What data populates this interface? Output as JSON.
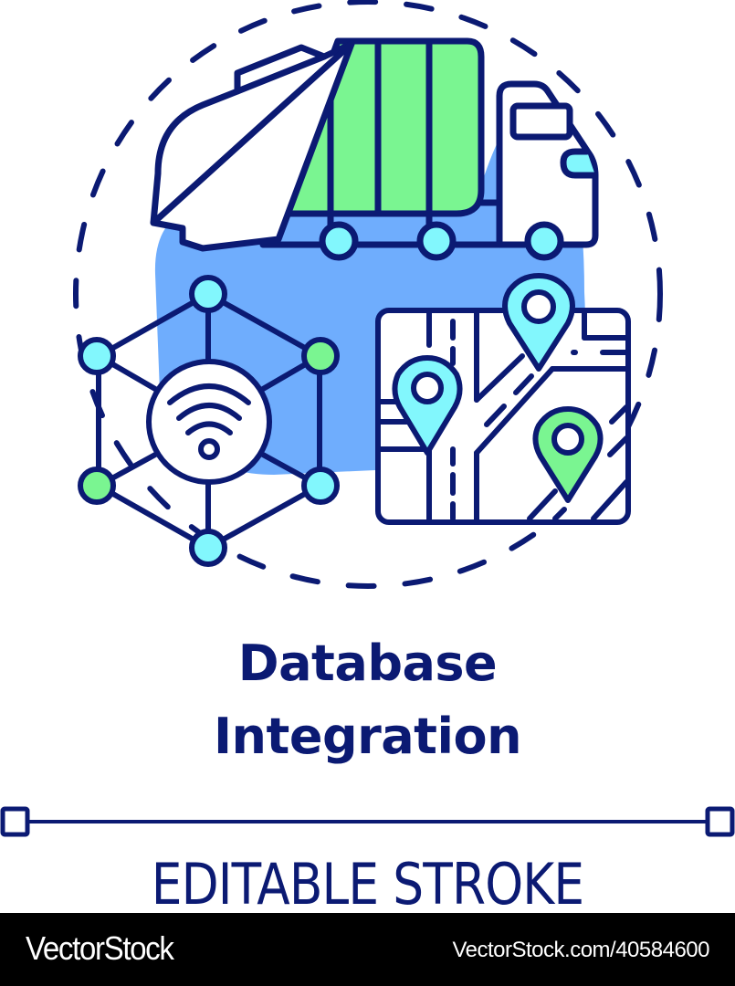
{
  "illustration": {
    "subject": "Database Integration concept icon",
    "elements": [
      "dashed-circle-frame",
      "garbage-truck-icon",
      "network-hub-wifi-icon",
      "map-with-location-pins-icon"
    ],
    "colors": {
      "outline": "#0b1a73",
      "background_blob": "#6fadfd",
      "green_fill": "#7af591",
      "cyan_fill": "#82f7fd",
      "white": "#ffffff"
    }
  },
  "title": {
    "line1": "Database",
    "line2": "Integration"
  },
  "stroke_label": "EDITABLE STROKE",
  "footer": {
    "brand": "VectorStock",
    "url": "VectorStock.com/40584600"
  }
}
